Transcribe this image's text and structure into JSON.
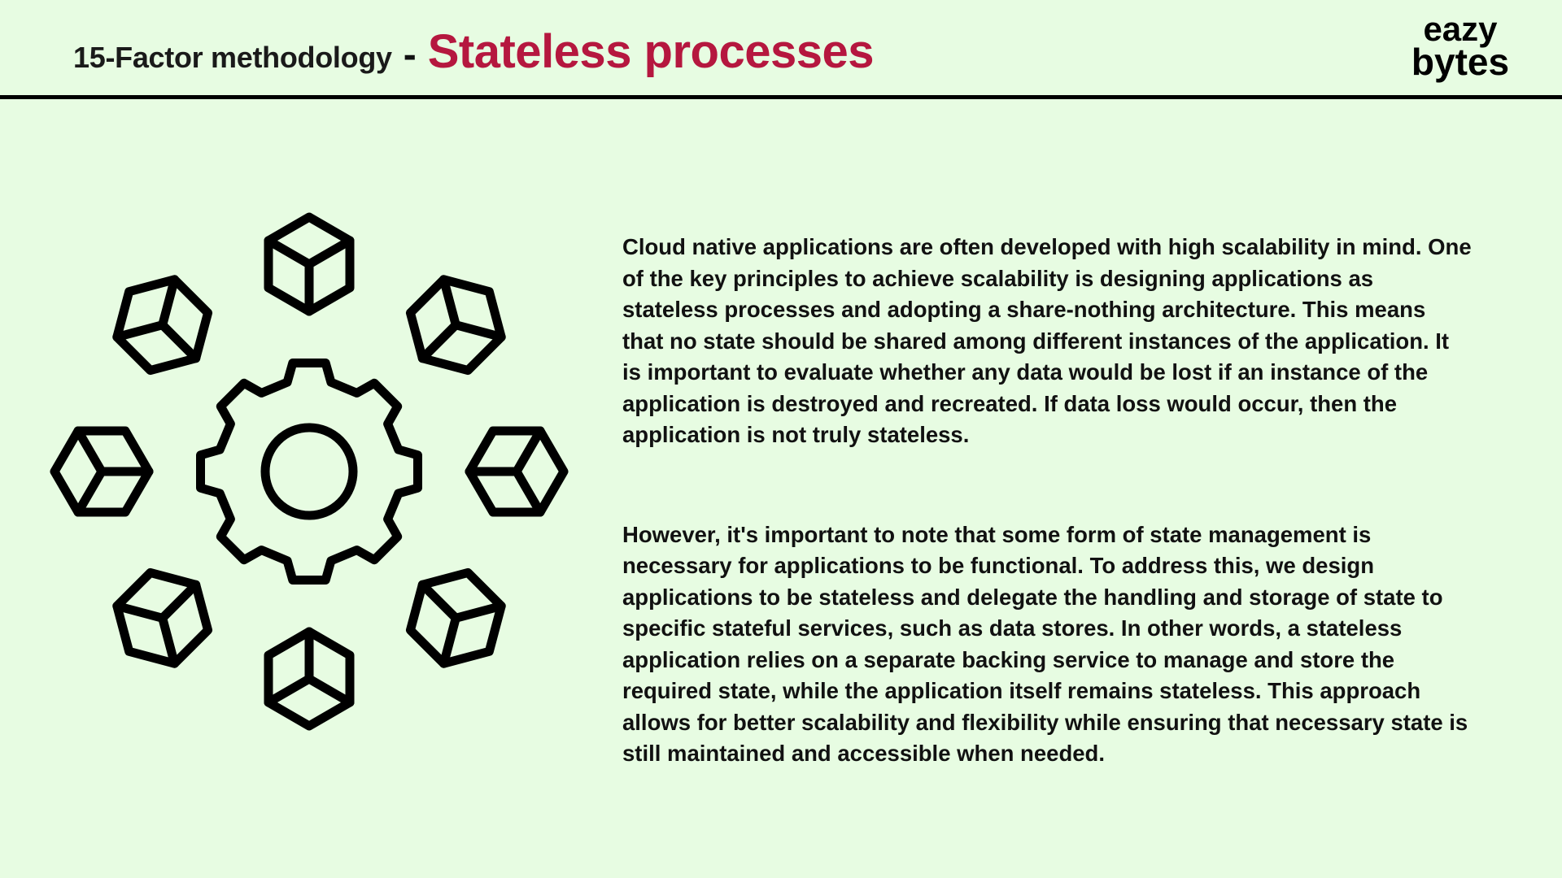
{
  "header": {
    "prefix": "15-Factor methodology",
    "separator": "-",
    "title": "Stateless processes"
  },
  "logo": {
    "line1": "eazy",
    "line2": "bytes"
  },
  "colors": {
    "background": "#e7fce2",
    "title_accent": "#b5173f",
    "text": "#111111"
  },
  "diagram": {
    "center_icon": "gear-icon",
    "orbit_icon": "cube-icon",
    "orbit_count": 8
  },
  "content": {
    "paragraphs": [
      "Cloud native applications are often developed with high scalability in mind. One of the key principles to achieve scalability is designing applications as stateless processes and adopting a share-nothing architecture. This means that no state should be shared among different instances of the application. It is important to evaluate whether any data would be lost if an instance of the application is destroyed and recreated. If data loss would occur, then the application is not truly stateless.",
      "However, it's important to note that some form of state management is necessary for applications to be functional. To address this, we design applications to be stateless and delegate the handling and storage of state to specific stateful services, such as data stores. In other words, a stateless application relies on a separate backing service to manage and store the required state, while the application itself remains stateless. This approach allows for better scalability and flexibility while ensuring that necessary state is still maintained and accessible when needed."
    ]
  }
}
